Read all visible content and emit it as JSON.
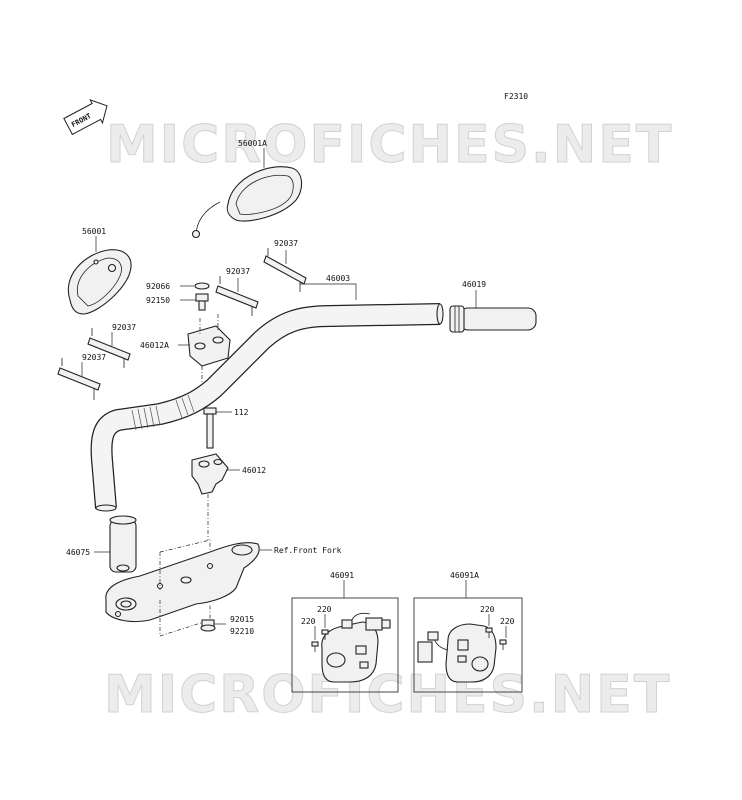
{
  "diagram": {
    "figure_code": "F2310",
    "front_label": "FRONT",
    "watermark": "MICROFICHES.NET",
    "reference": "Ref.Front Fork",
    "parts": {
      "mirror_right": "56001A",
      "mirror_left": "56001",
      "holder_1": "92037",
      "holder_2": "92037",
      "holder_3": "92037",
      "holder_4": "92037",
      "washer": "92066",
      "bolt_mirror": "92150",
      "handlebar": "46003",
      "grip_right": "46019",
      "holder_upper": "46012A",
      "bolt_long": "112",
      "holder_lower": "46012",
      "grip_left": "46075",
      "nut_a": "92015",
      "nut_b": "92210",
      "switch_right": "46091",
      "screw_r1": "220",
      "screw_r2": "220",
      "switch_left": "46091A",
      "screw_l1": "220",
      "screw_l2": "220"
    }
  }
}
